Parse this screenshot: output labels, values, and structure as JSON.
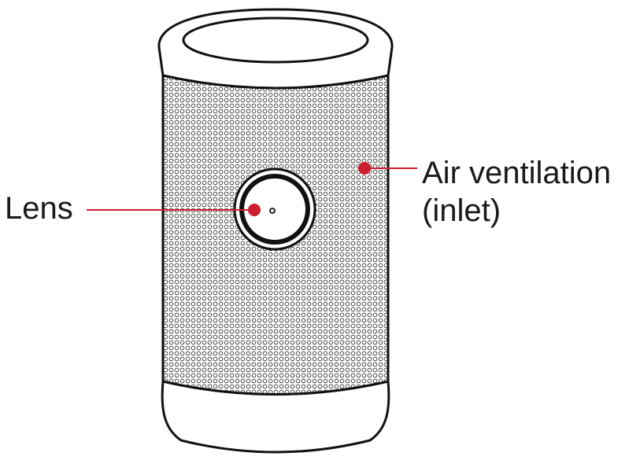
{
  "callouts": {
    "lens": {
      "label": "Lens"
    },
    "air_ventilation": {
      "line1": "Air ventilation",
      "line2": "(inlet)"
    }
  },
  "icons": {
    "device": "portable-cylinder-projector-icon",
    "lens": "lens-icon",
    "grille": "speaker-grille-icon"
  },
  "colors": {
    "outline": "#111111",
    "callout": "#cc1f2f",
    "text": "#1a1a1a",
    "body_fill": "#ffffff",
    "grille_fill": "#ffffff"
  }
}
